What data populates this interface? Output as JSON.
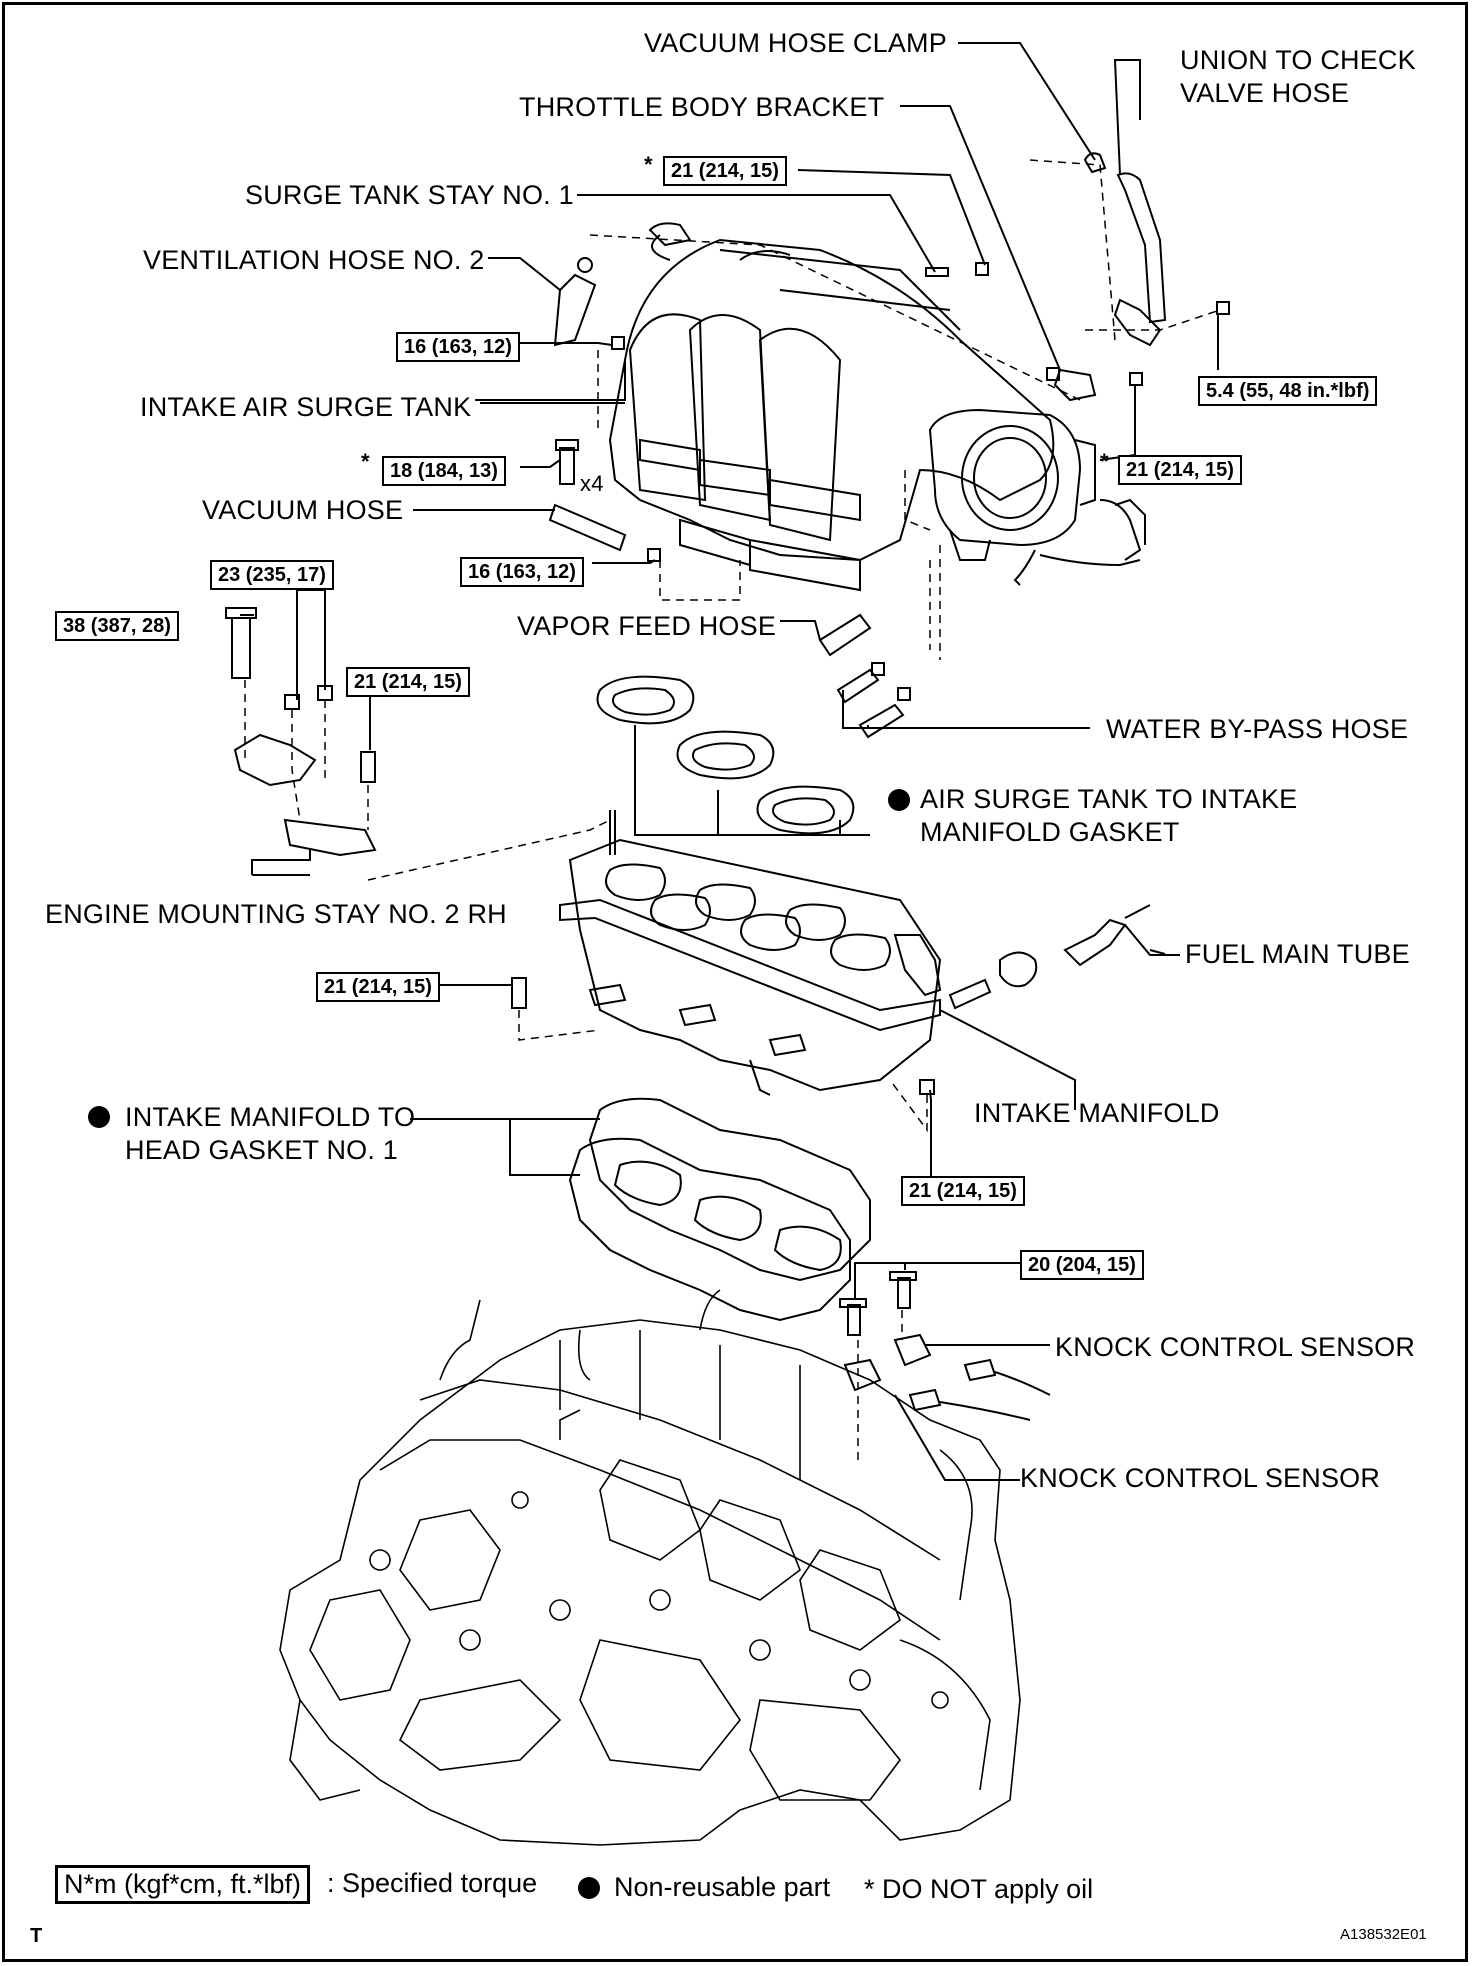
{
  "labels": {
    "vacuum_hose_clamp": "VACUUM HOSE CLAMP",
    "union_check_valve_1": "UNION TO CHECK",
    "union_check_valve_2": "VALVE HOSE",
    "throttle_body_bracket": "THROTTLE BODY BRACKET",
    "surge_tank_stay": "SURGE TANK STAY NO. 1",
    "ventilation_hose": "VENTILATION HOSE NO. 2",
    "intake_air_surge_tank": "INTAKE AIR SURGE TANK",
    "vacuum_hose": "VACUUM HOSE",
    "vapor_feed_hose": "VAPOR FEED HOSE",
    "water_bypass_hose": "WATER BY-PASS HOSE",
    "air_surge_gasket_1": "AIR SURGE TANK TO INTAKE",
    "air_surge_gasket_2": "MANIFOLD GASKET",
    "engine_mounting_stay": "ENGINE MOUNTING STAY NO. 2 RH",
    "fuel_main_tube": "FUEL MAIN TUBE",
    "intake_manifold": "INTAKE MANIFOLD",
    "head_gasket_1": "INTAKE MANIFOLD TO",
    "head_gasket_2": "HEAD GASKET NO. 1",
    "knock_sensor_upper": "KNOCK CONTROL SENSOR",
    "knock_sensor_lower": "KNOCK CONTROL SENSOR",
    "x4": "x4"
  },
  "torques": {
    "t_21_top": "21 (214, 15)",
    "t_16_a": "16 (163, 12)",
    "t_54": "5.4 (55, 48 in.*lbf)",
    "t_18": "18 (184, 13)",
    "t_21_right": "21 (214, 15)",
    "t_16_b": "16 (163, 12)",
    "t_23": "23 (235, 17)",
    "t_38": "38 (387, 28)",
    "t_21_stay": "21 (214, 15)",
    "t_21_left": "21 (214, 15)",
    "t_21_manifold": "21 (214, 15)",
    "t_20": "20 (204, 15)"
  },
  "stars": {
    "s1": "*",
    "s2": "*",
    "s3": "*"
  },
  "legend": {
    "box": "N*m (kgf*cm, ft.*lbf)",
    "specified": ": Specified torque",
    "non_reusable": "Non-reusable part",
    "no_oil": "* DO NOT apply oil"
  },
  "corner": {
    "left": "T",
    "right": "A138532E01"
  }
}
